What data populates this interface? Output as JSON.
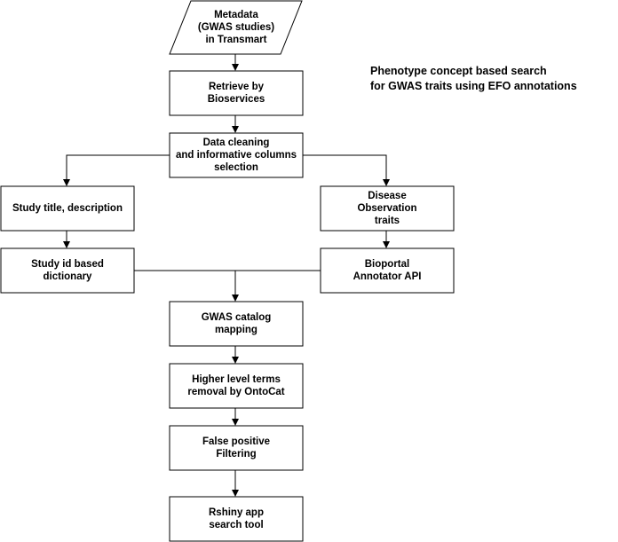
{
  "title": "Phenotype concept based search\nfor GWAS traits using EFO annotations",
  "nodes": {
    "metadata": "Metadata\n(GWAS studies)\nin Transmart",
    "retrieve": "Retrieve by\nBioservices",
    "cleaning": "Data cleaning\nand informative columns\nselection",
    "study_title": "Study title, description",
    "disease": "Disease\nObservation\ntraits",
    "study_id": "Study id based\ndictionary",
    "bioportal": "Bioportal\nAnnotator API",
    "gwas_catalog": "GWAS catalog\nmapping",
    "higher_level": "Higher level terms\nremoval by OntoCat",
    "false_positive": "False positive\nFiltering",
    "rshiny": "Rshiny app\nsearch tool"
  },
  "colors": {
    "stroke": "#000000",
    "fill": "#ffffff",
    "text": "#000000"
  }
}
